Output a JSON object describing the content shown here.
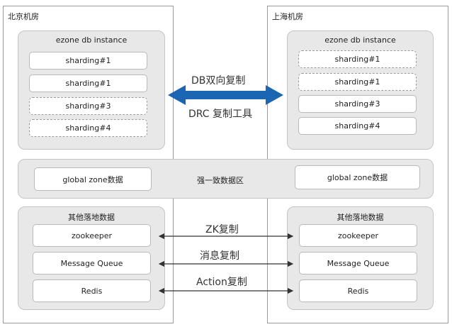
{
  "beijing": {
    "title": "北京机房",
    "db_panel": {
      "title": "ezone db instance",
      "shards": [
        "sharding#1",
        "sharding#1",
        "sharding#3",
        "sharding#4"
      ]
    },
    "other_panel": {
      "title": "其他落地数据",
      "items": [
        "zookeeper",
        "Message Queue",
        "Redis"
      ]
    },
    "global_zone": "global zone数据"
  },
  "shanghai": {
    "title": "上海机房",
    "db_panel": {
      "title": "ezone db instance",
      "shards": [
        "sharding#1",
        "sharding#1",
        "sharding#3",
        "sharding#4"
      ]
    },
    "other_panel": {
      "title": "其他落地数据",
      "items": [
        "zookeeper",
        "Message Queue",
        "Redis"
      ]
    },
    "global_zone": "global zone数据"
  },
  "consistency_zone": "强一致数据区",
  "replication": {
    "db_label": "DB双向复制",
    "drc_label": "DRC 复制工具",
    "zk_label": "ZK复制",
    "mq_label": "消息复制",
    "action_label": "Action复制"
  },
  "colors": {
    "bidirectional_arrow": "#1a66b3",
    "panel_bg": "#e8e8e8"
  }
}
